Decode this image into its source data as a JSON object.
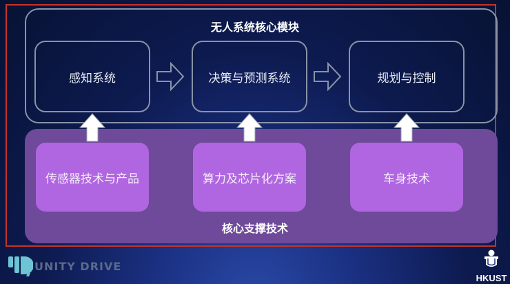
{
  "diagram": {
    "top_group": {
      "title": "无人系统核心模块",
      "modules": [
        {
          "label": "感知系统"
        },
        {
          "label": "决策与预测系统"
        },
        {
          "label": "规划与控制"
        }
      ],
      "flow_arrows": [
        "right-arrow",
        "right-arrow"
      ]
    },
    "bottom_group": {
      "title": "核心支撑技术",
      "items": [
        {
          "label": "传感器技术与产品"
        },
        {
          "label": "算力及芯片化方案"
        },
        {
          "label": "车身技术"
        }
      ],
      "support_arrows": [
        "up-arrow",
        "up-arrow",
        "up-arrow"
      ]
    }
  },
  "logos": {
    "left": {
      "text": "UNITY DRIVE"
    },
    "right": {
      "text": "HKUST"
    }
  },
  "colors": {
    "background": "#0d1a4f",
    "frame_border": "#c8322a",
    "module_border": "#8a93a6",
    "support_panel": "#6f4a9a",
    "support_item": "#b066e0",
    "logo_teal": "#6cc4d4"
  }
}
